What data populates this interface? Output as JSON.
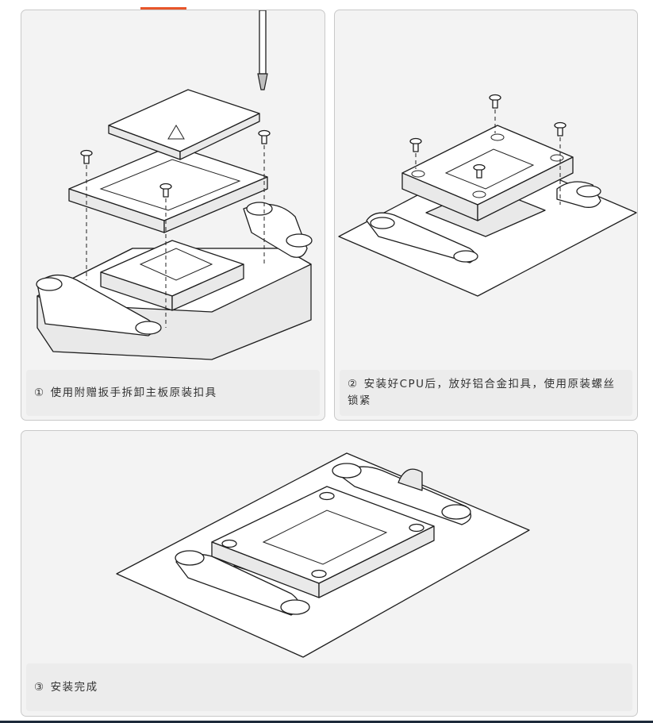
{
  "steps": [
    {
      "number": "①",
      "text": "使用附赠扳手拆卸主板原装扣具"
    },
    {
      "number": "②",
      "text": "安装好CPU后，放好铝合金扣具，使用原装螺丝锁紧"
    },
    {
      "number": "③",
      "text": "安装完成"
    }
  ],
  "colors": {
    "accent": "#e8562a",
    "panel_bg": "#f3f3f3",
    "caption_bg": "#ececec",
    "border": "#c9c9c9",
    "bottom_bar": "#1d2a3a"
  }
}
